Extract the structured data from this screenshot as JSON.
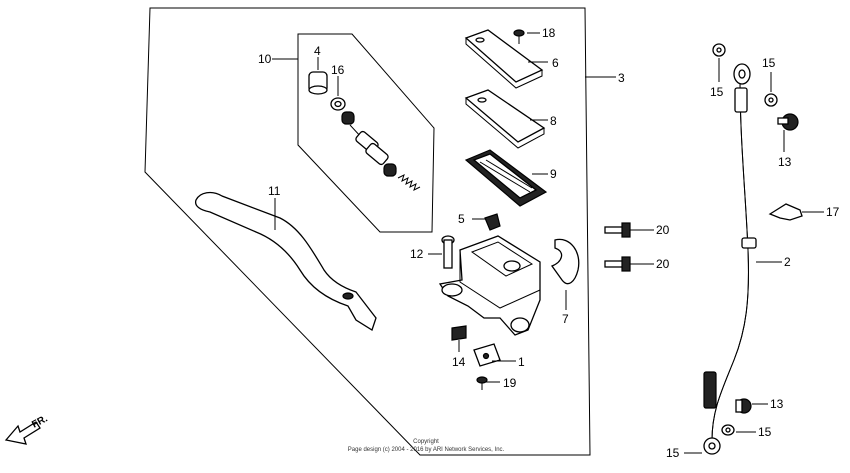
{
  "callouts": {
    "c1": "1",
    "c2": "2",
    "c3": "3",
    "c4": "4",
    "c5": "5",
    "c6": "6",
    "c7": "7",
    "c8": "8",
    "c9": "9",
    "c10": "10",
    "c11": "11",
    "c12": "12",
    "c13a": "13",
    "c13b": "13",
    "c14": "14",
    "c15a": "15",
    "c15b": "15",
    "c15c": "15",
    "c15d": "15",
    "c16": "16",
    "c17": "17",
    "c18": "18",
    "c19": "19",
    "c20a": "20",
    "c20b": "20"
  },
  "direction": {
    "label": "FR."
  },
  "copyright": {
    "line1": "Copyright",
    "line2": "Page design (c) 2004 - 2016 by ARI Network Services, Inc."
  }
}
